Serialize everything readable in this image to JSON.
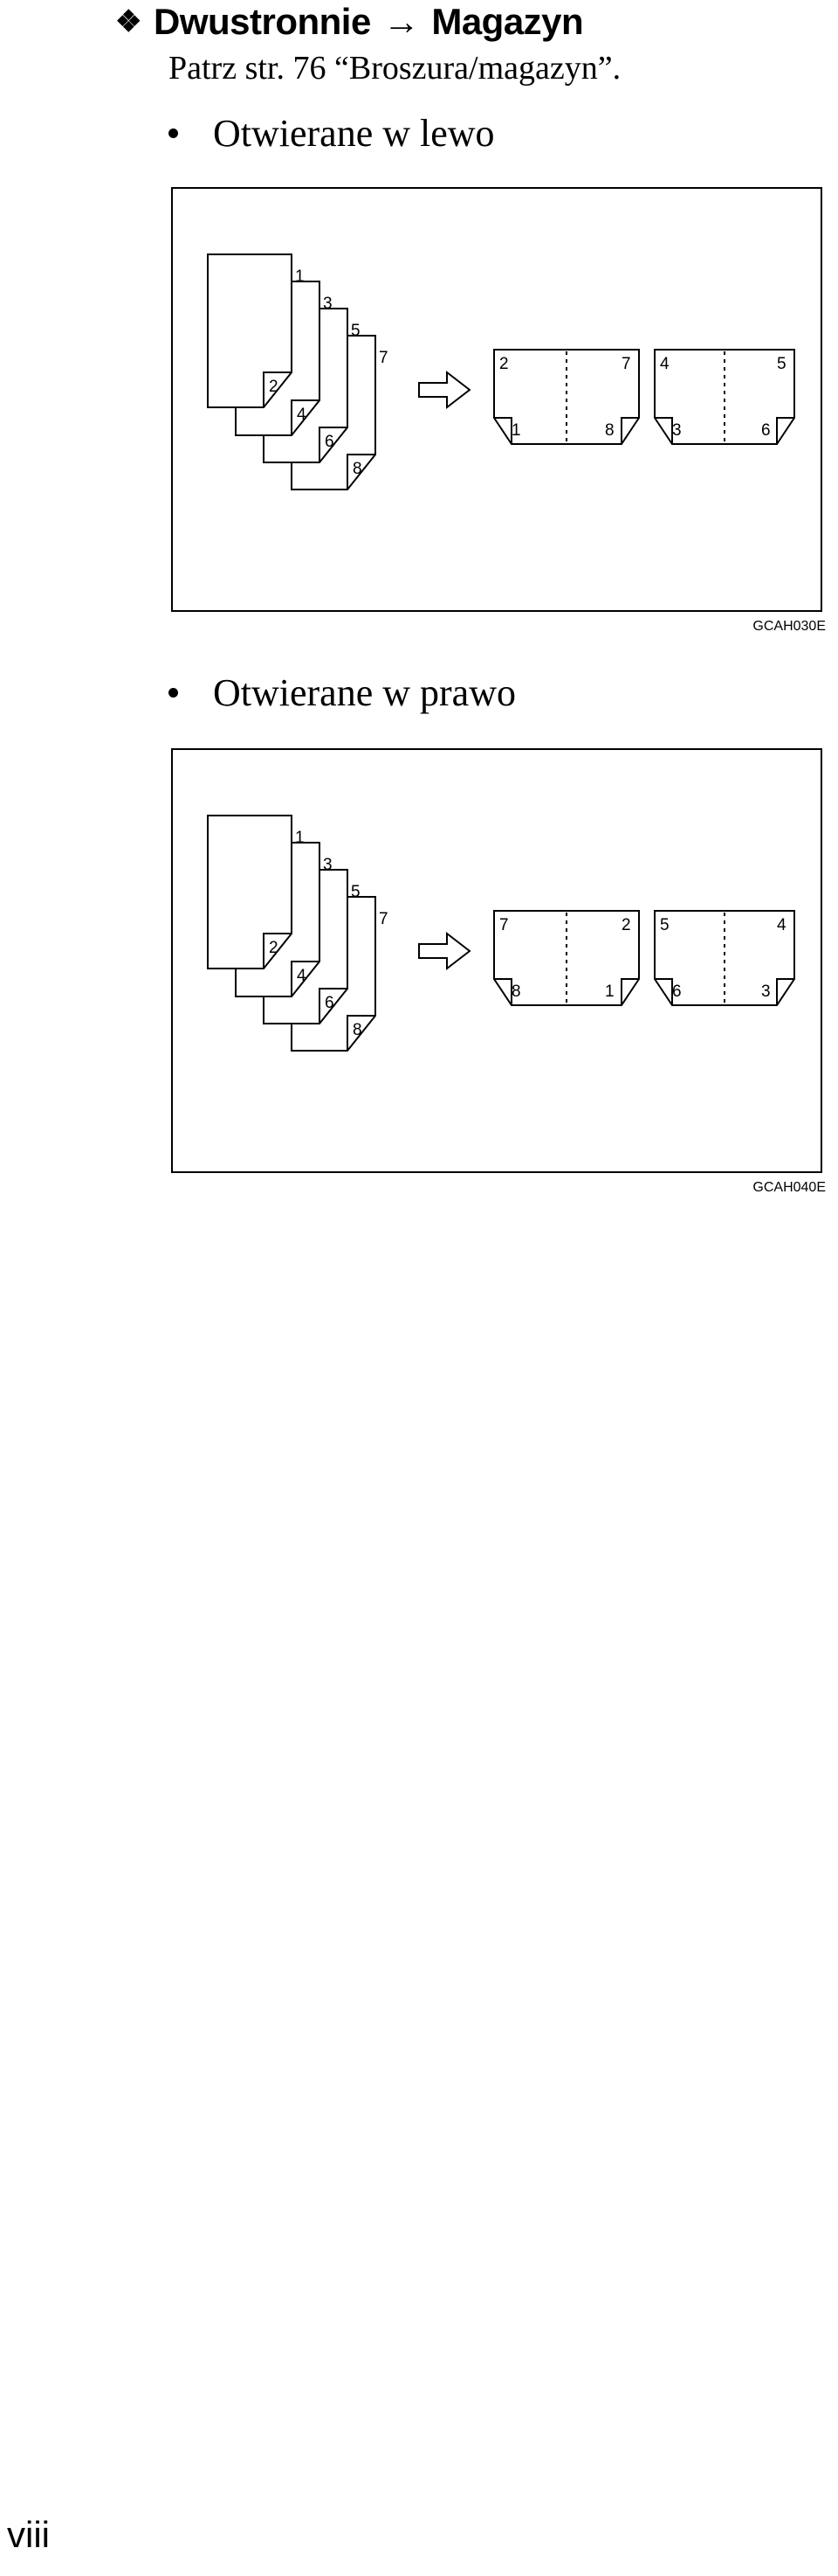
{
  "heading": {
    "icon": "diamond-ornament-icon",
    "left": "Dwustronnie",
    "arrow": "→",
    "right": "Magazyn"
  },
  "intro": "Patrz str. 76 “Broszura/magazyn”.",
  "sections": [
    {
      "label": "Otwierane w lewo",
      "code": "GCAH030E",
      "stack": [
        "1",
        "2",
        "3",
        "4",
        "5",
        "6",
        "7",
        "8"
      ],
      "sheet1": {
        "top": [
          "2",
          "7"
        ],
        "bottom": [
          "1",
          "8"
        ]
      },
      "sheet2": {
        "top": [
          "4",
          "5"
        ],
        "bottom": [
          "3",
          "6"
        ]
      }
    },
    {
      "label": "Otwierane w prawo",
      "code": "GCAH040E",
      "stack": [
        "1",
        "2",
        "3",
        "4",
        "5",
        "6",
        "7",
        "8"
      ],
      "sheet1": {
        "top": [
          "7",
          "2"
        ],
        "bottom": [
          "8",
          "1"
        ]
      },
      "sheet2": {
        "top": [
          "5",
          "4"
        ],
        "bottom": [
          "6",
          "3"
        ]
      }
    }
  ],
  "footer": "viii"
}
